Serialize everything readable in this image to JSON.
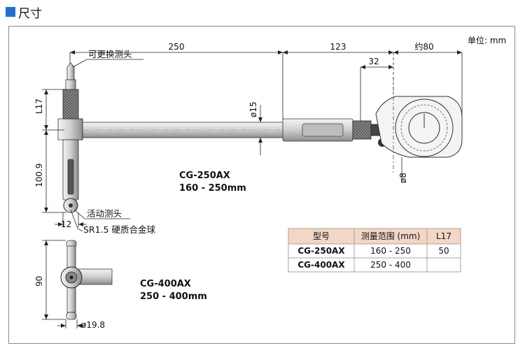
{
  "header": {
    "title": "尺寸"
  },
  "drawing": {
    "unit_label": "单位: mm",
    "dims": {
      "total": "250",
      "head": "123",
      "tail": "约80",
      "offset": "32",
      "shaft_dia": "ø15",
      "contact_dia": "ø8",
      "l17": "L17",
      "height": "100.9",
      "anvil": "12",
      "cross_height": "90",
      "cross_dia": "ø19.8"
    },
    "callouts": {
      "interchangeable_head": "可更换测头",
      "movable_head": "活动测头",
      "carbide_ball": "SR1.5 硬质合金球"
    },
    "models": [
      {
        "name": "CG-250AX",
        "range": "160 - 250mm"
      },
      {
        "name": "CG-400AX",
        "range": "250 - 400mm"
      }
    ],
    "table": {
      "headers": [
        "型号",
        "测量范围 (mm)",
        "L17"
      ],
      "rows": [
        [
          "CG-250AX",
          "160 - 250",
          "50"
        ],
        [
          "CG-400AX",
          "250 - 400",
          ""
        ]
      ]
    }
  },
  "colors": {
    "accent": "#1f6fd1",
    "table_header": "#f2d6c6",
    "table_border": "#b0a098"
  }
}
